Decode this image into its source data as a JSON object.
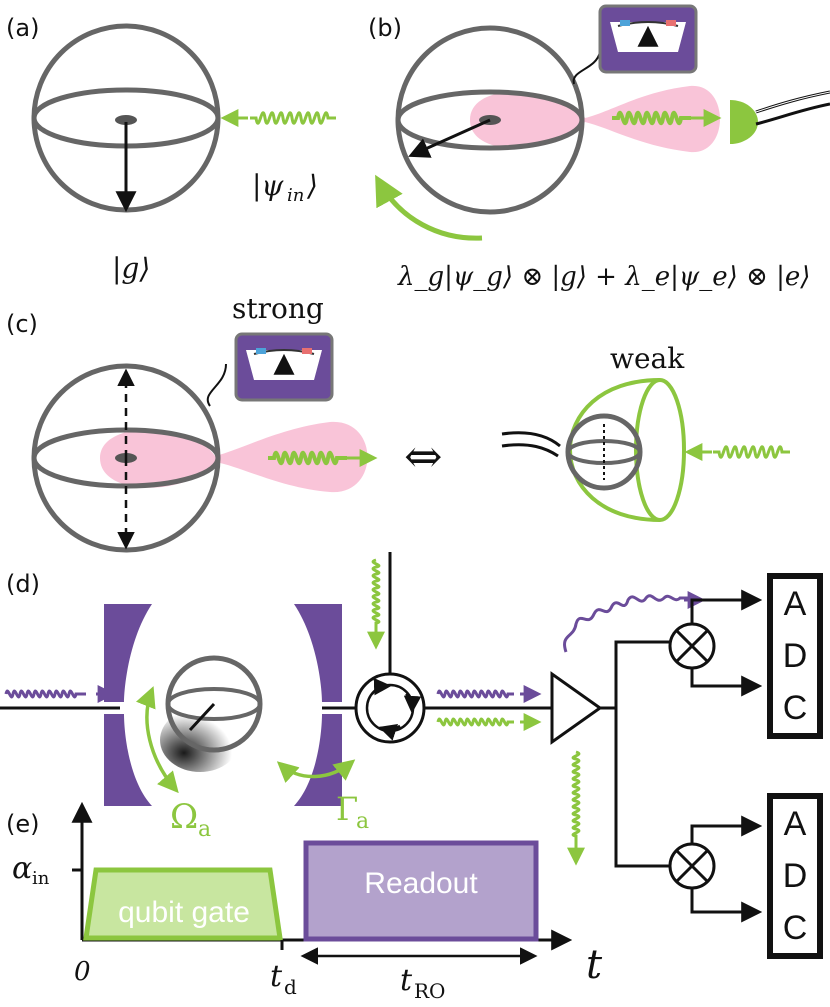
{
  "colors": {
    "green": "#8cc63f",
    "purple": "#6b4c9a",
    "pink": "#f9c4d8",
    "gray": "#666666",
    "light_green": "#c8e6a0",
    "light_purple": "#b3a2cc"
  },
  "panels": {
    "a": {
      "label": "(a)",
      "ket_in": "|ψ",
      "ket_in_sub": "in",
      "ket_in_close": "⟩",
      "ground": "|g⟩"
    },
    "b": {
      "label": "(b)",
      "state_formula": "λ_g|ψ_g⟩ ⊗ |g⟩ + λ_e|ψ_e⟩ ⊗ |e⟩"
    },
    "c": {
      "label": "(c)",
      "strong": "strong",
      "weak": "weak",
      "equiv": "⇔"
    },
    "d": {
      "label": "(d)",
      "omega": "Ω",
      "omega_sub": "a",
      "gamma": "Γ",
      "gamma_sub": "a",
      "adc_top": [
        "A",
        "D",
        "C"
      ],
      "adc_bottom": [
        "A",
        "D",
        "C"
      ]
    },
    "e": {
      "label": "(e)",
      "alpha": "α",
      "alpha_sub": "in",
      "gate_label": "qubit gate",
      "readout_label": "Readout",
      "tick0": "0",
      "td": "t",
      "td_sub": "d",
      "tro": "t",
      "tro_sub": "RO",
      "t_axis": "t"
    }
  },
  "icons": [
    "meter-icon",
    "detector-icon",
    "circulator-icon",
    "amplifier-icon",
    "mixer-icon",
    "cavity-mirror-icon"
  ]
}
